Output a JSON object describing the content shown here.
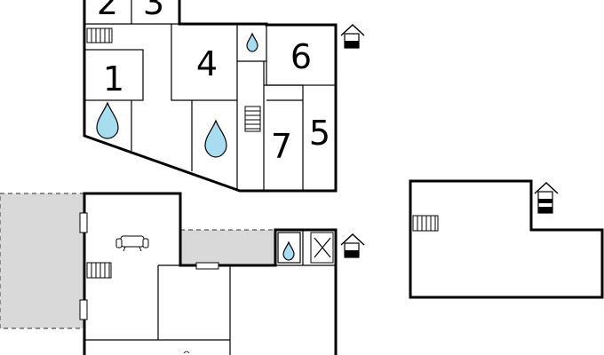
{
  "plan": {
    "room_labels": [
      "2",
      "3",
      "1",
      "4",
      "6",
      "7",
      "5"
    ]
  },
  "icons": {
    "water_drop": "water-drop-icon",
    "stairs": "stairs-icon",
    "entrance": "house-entrance-icon",
    "sofa": "sofa-icon",
    "stove": "stove-cross-icon"
  },
  "colors": {
    "wall": "#000000",
    "water": "#a8dcef",
    "terrace": "#d9d9d9",
    "background": "#ffffff"
  }
}
